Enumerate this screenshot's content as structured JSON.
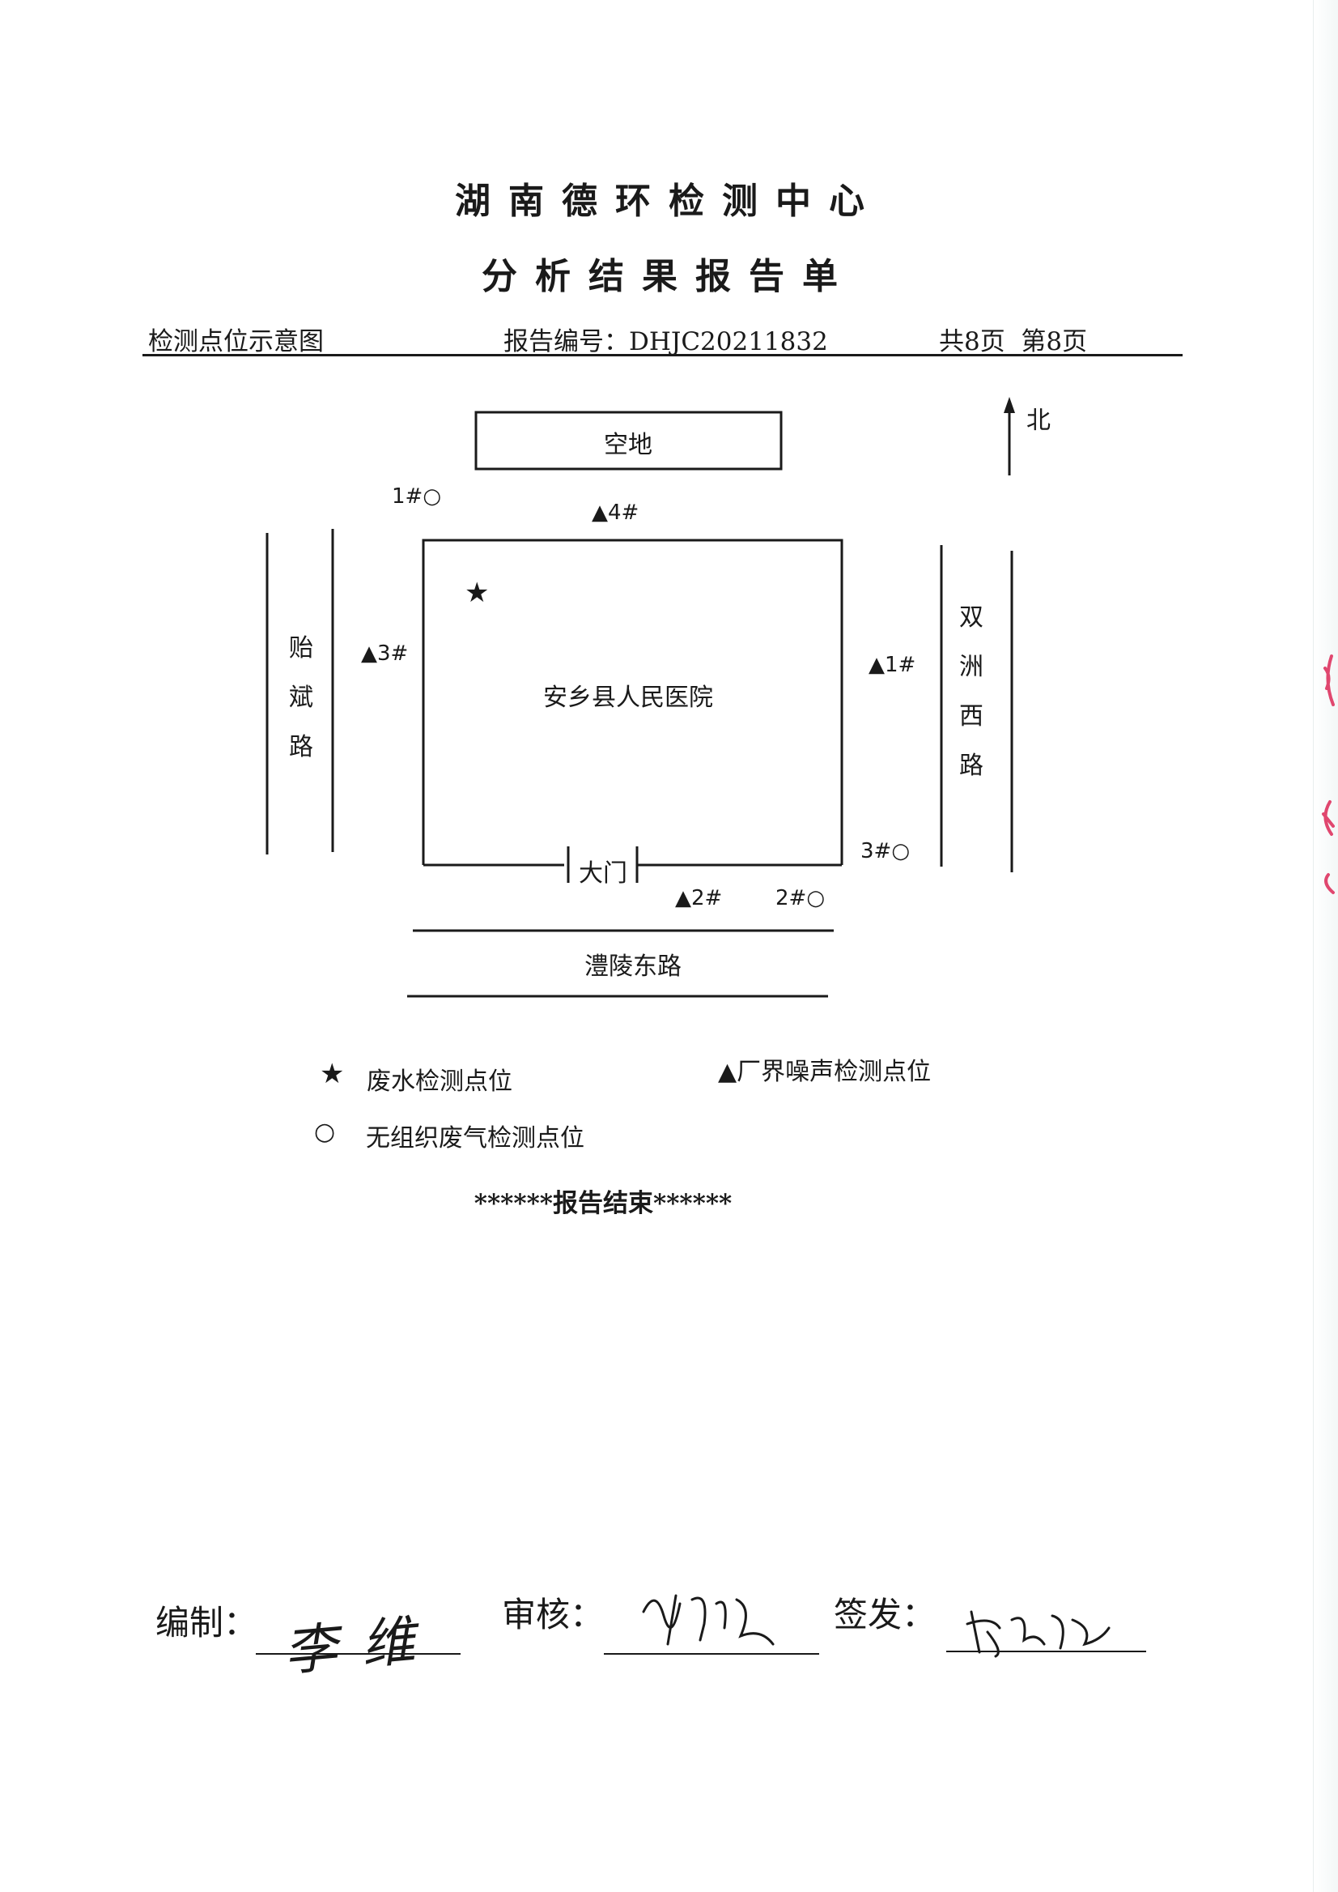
{
  "header": {
    "org": "湖南德环检测中心",
    "doc_title": "分析结果报告单",
    "section": "检测点位示意图",
    "report_no_label": "报告编号：",
    "report_no": "DHJC20211832",
    "page_info": "共8页  第8页"
  },
  "map": {
    "north": "北",
    "vacant_lot": "空地",
    "site": "安乡县人民医院",
    "gate": "大门",
    "road_west": "贻斌路",
    "road_east": "双洲西路",
    "road_south": "澧陵东路",
    "noise_points": [
      "▲1#",
      "▲2#",
      "▲3#",
      "▲4#"
    ],
    "gas_points": [
      "1#○",
      "2#○",
      "3#○"
    ],
    "wastewater_point": "★"
  },
  "legend": {
    "wastewater_symbol": "★",
    "wastewater": "废水检测点位",
    "noise": "▲厂界噪声检测点位",
    "gas_symbol": "○",
    "gas": "无组织废气检测点位"
  },
  "end_text": "******报告结束******",
  "signatures": {
    "compiled": "编制：",
    "reviewed": "审核：",
    "issued": "签发：",
    "compiled_name": "李维"
  },
  "colors": {
    "ink": "#1a1a1a",
    "stamp": "#e0476f"
  }
}
